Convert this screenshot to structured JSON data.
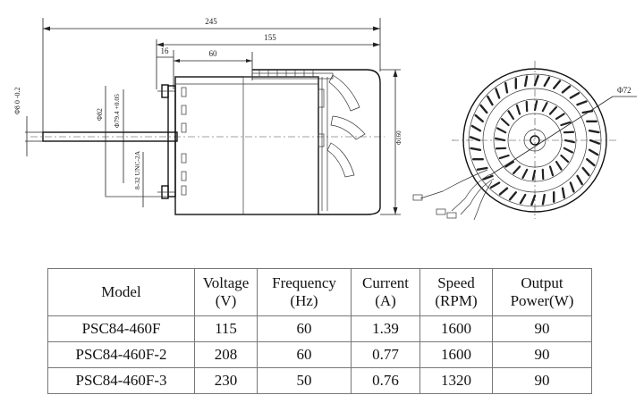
{
  "drawing": {
    "dims": {
      "overall_length": "245",
      "body_length": "155",
      "offset": "16",
      "bracket": "60",
      "shaft_dia": "Φ8 0 -0.2",
      "dia_82": "Φ82",
      "dia_79": "Φ79.4 +0.05",
      "studs": "8-32 UNC-2A",
      "dia_160": "Φ160",
      "dia_72": "Φ72"
    }
  },
  "table": {
    "headers": [
      [
        "Model",
        ""
      ],
      [
        "Voltage",
        "(V)"
      ],
      [
        "Frequency",
        "(Hz)"
      ],
      [
        "Current",
        "(A)"
      ],
      [
        "Speed",
        "(RPM)"
      ],
      [
        "Output",
        "Power(W)"
      ]
    ],
    "rows": [
      [
        "PSC84-460F",
        "115",
        "60",
        "1.39",
        "1600",
        "90"
      ],
      [
        "PSC84-460F-2",
        "208",
        "60",
        "0.77",
        "1600",
        "90"
      ],
      [
        "PSC84-460F-3",
        "230",
        "50",
        "0.76",
        "1320",
        "90"
      ]
    ]
  }
}
